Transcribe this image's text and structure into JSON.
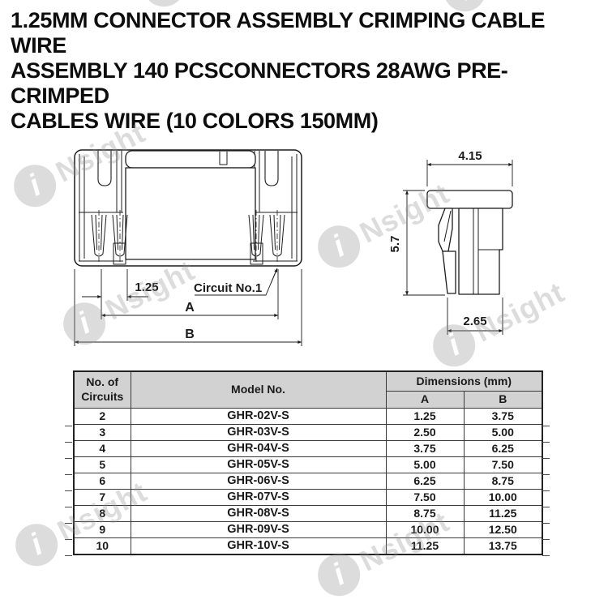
{
  "title": {
    "line1": "1.25MM CONNECTOR ASSEMBLY CRIMPING CABLE WIRE",
    "line2": "ASSEMBLY 140 PCSCONNECTORS 28AWG PRE-CRIMPED",
    "line3": "CABLES WIRE (10 COLORS 150MM)"
  },
  "watermark": {
    "text": "Nsight",
    "icon": "i"
  },
  "front_view": {
    "pitch_label": "1.25",
    "circuit_label": "Circuit No.1",
    "dim_a_label": "A",
    "dim_b_label": "B"
  },
  "side_view": {
    "top_width_label": "4.15",
    "height_label": "5.7",
    "bottom_width_label": "2.65"
  },
  "spec_table": {
    "col_circuits": "No. of Circuits",
    "col_model": "Model No.",
    "col_dimensions": "Dimensions (mm)",
    "col_a": "A",
    "col_b": "B",
    "rows": [
      [
        "2",
        "GHR-02V-S",
        "1.25",
        "3.75"
      ],
      [
        "3",
        "GHR-03V-S",
        "2.50",
        "5.00"
      ],
      [
        "4",
        "GHR-04V-S",
        "3.75",
        "6.25"
      ],
      [
        "5",
        "GHR-05V-S",
        "5.00",
        "7.50"
      ],
      [
        "6",
        "GHR-06V-S",
        "6.25",
        "8.75"
      ],
      [
        "7",
        "GHR-07V-S",
        "7.50",
        "10.00"
      ],
      [
        "8",
        "GHR-08V-S",
        "8.75",
        "11.25"
      ],
      [
        "9",
        "GHR-09V-S",
        "10.00",
        "12.50"
      ],
      [
        "10",
        "GHR-10V-S",
        "11.25",
        "13.75"
      ]
    ]
  },
  "colors": {
    "header_bg": "#d2d2d2",
    "line": "#1c1c1c",
    "watermark": "#8f8f8f"
  }
}
